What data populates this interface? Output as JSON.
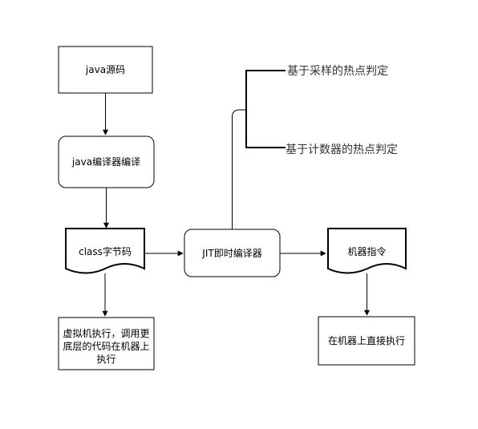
{
  "nodes": {
    "java_source": "java源码",
    "java_compiler": "java编译器编译",
    "class_bytecode": "class字节码",
    "jit_compiler": "JIT即时编译器",
    "machine_instruction": "机器指令",
    "vm_execute": [
      "虚拟机执行，调用更",
      "底层的代码在机器上",
      "执行"
    ],
    "direct_execute": "在机器上直接执行"
  },
  "branches": {
    "sampling": "基于采样的热点判定",
    "counter": "基于计数器的热点判定"
  },
  "colors": {
    "stroke": "#000000",
    "background": "#ffffff",
    "branch_text": "#333333"
  }
}
